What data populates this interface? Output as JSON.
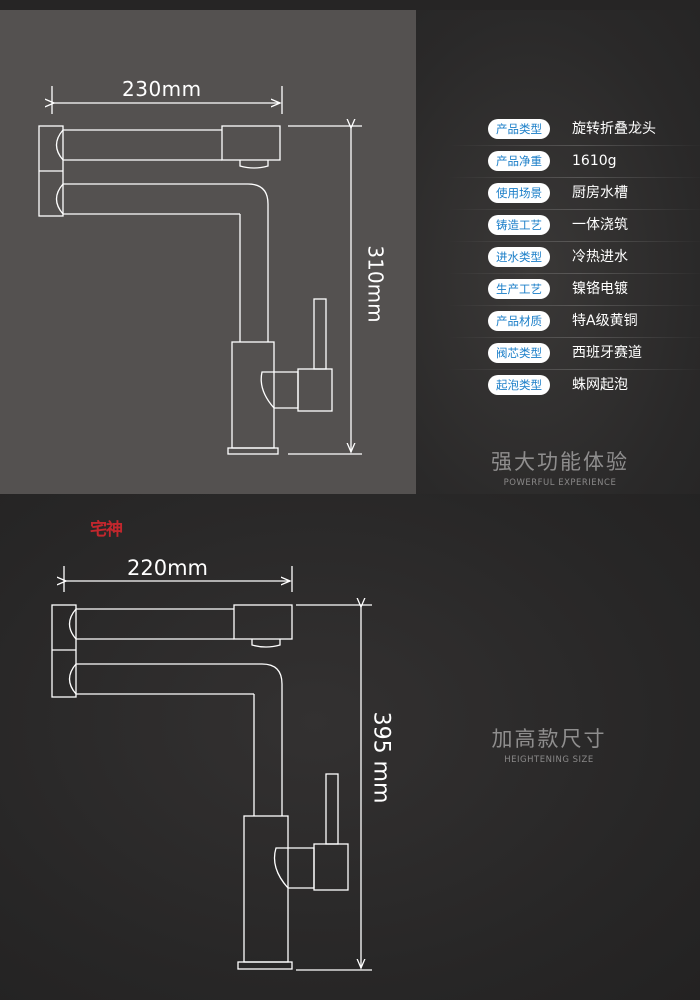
{
  "dimensions": {
    "model1_width": "230mm",
    "model1_height": "310mm",
    "model2_width": "220mm",
    "model2_height": "395 mm"
  },
  "specs": [
    {
      "label": "产品类型",
      "value": "旋转折叠龙头"
    },
    {
      "label": "产品净重",
      "value": "1610g"
    },
    {
      "label": "使用场景",
      "value": "厨房水槽"
    },
    {
      "label": "铸造工艺",
      "value": "一体浇筑"
    },
    {
      "label": "进水类型",
      "value": "冷热进水"
    },
    {
      "label": "生产工艺",
      "value": "镍铬电镀"
    },
    {
      "label": "产品材质",
      "value": "特A级黄铜"
    },
    {
      "label": "阀芯类型",
      "value": "西班牙赛道"
    },
    {
      "label": "起泡类型",
      "value": "蛛网起泡"
    }
  ],
  "captions": {
    "section1_title": "强大功能体验",
    "section1_subtitle": "POWERFUL EXPERIENCE",
    "section2_title": "加高款尺寸",
    "section2_subtitle": "HEIGHTENING SIZE"
  },
  "logo_text": "宅神",
  "colors": {
    "badge_text": "#1a7ec8",
    "logo": "#c1272d",
    "panel": "#545150",
    "background": "#262525"
  }
}
